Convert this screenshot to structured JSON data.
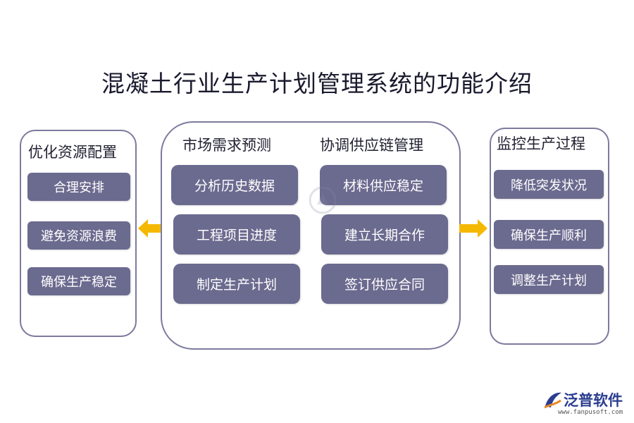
{
  "title": "混凝土行业生产计划管理系统的功能介绍",
  "left": {
    "heading": "优化资源配置",
    "items": [
      "合理安排",
      "避免资源浪费",
      "确保生产稳定"
    ]
  },
  "middle": {
    "col1": {
      "heading": "市场需求预测",
      "items": [
        "分析历史数据",
        "工程项目进度",
        "制定生产计划"
      ]
    },
    "col2": {
      "heading": "协调供应链管理",
      "items": [
        "材料供应稳定",
        "建立长期合作",
        "签订供应合同"
      ]
    }
  },
  "right": {
    "heading": "监控生产过程",
    "items": [
      "降低突发状况",
      "确保生产顺利",
      "调整生产计划"
    ]
  },
  "logo": {
    "name": "泛普软件",
    "url": "www.fanpusoft.com"
  },
  "colors": {
    "box": "#6b6a8f",
    "border": "#7c7a9e",
    "arrow": "#f5b800",
    "brand": "#2a3d8f"
  }
}
